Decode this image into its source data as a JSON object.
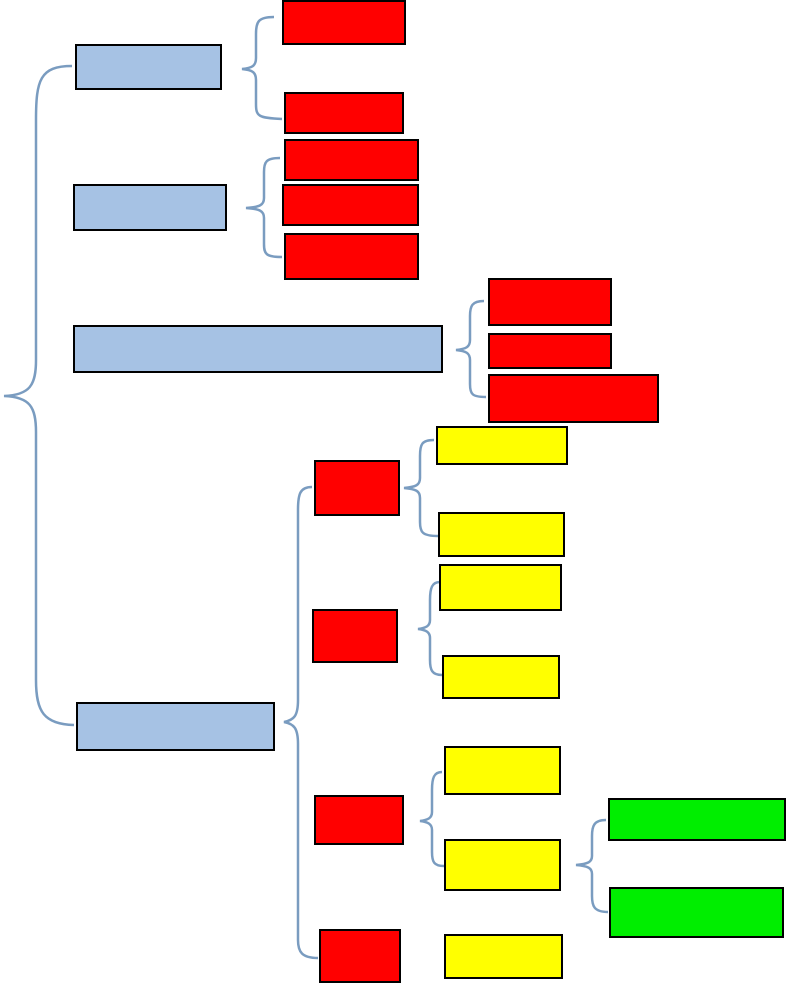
{
  "colors": {
    "level1": "#a6c2e4",
    "level2": "#ff0000",
    "level3": "#ffff00",
    "level4": "#00ee00",
    "border": "#000000",
    "brace": "#7a9cc0"
  },
  "tree": {
    "root": {
      "children": [
        {
          "level": 1,
          "label": "",
          "children": [
            {
              "level": 2,
              "label": ""
            },
            {
              "level": 2,
              "label": ""
            }
          ]
        },
        {
          "level": 1,
          "label": "",
          "children": [
            {
              "level": 2,
              "label": ""
            },
            {
              "level": 2,
              "label": ""
            },
            {
              "level": 2,
              "label": ""
            }
          ]
        },
        {
          "level": 1,
          "label": "",
          "children": [
            {
              "level": 2,
              "label": ""
            },
            {
              "level": 2,
              "label": ""
            },
            {
              "level": 2,
              "label": ""
            }
          ]
        },
        {
          "level": 1,
          "label": "",
          "children": [
            {
              "level": 2,
              "label": "",
              "children": [
                {
                  "level": 3,
                  "label": ""
                },
                {
                  "level": 3,
                  "label": ""
                }
              ]
            },
            {
              "level": 2,
              "label": "",
              "children": [
                {
                  "level": 3,
                  "label": ""
                },
                {
                  "level": 3,
                  "label": ""
                }
              ]
            },
            {
              "level": 2,
              "label": "",
              "children": [
                {
                  "level": 3,
                  "label": ""
                },
                {
                  "level": 3,
                  "label": "",
                  "children": [
                    {
                      "level": 4,
                      "label": ""
                    },
                    {
                      "level": 4,
                      "label": ""
                    }
                  ]
                }
              ]
            },
            {
              "level": 2,
              "label": ""
            },
            {
              "level": 3,
              "label": ""
            }
          ]
        }
      ]
    }
  }
}
